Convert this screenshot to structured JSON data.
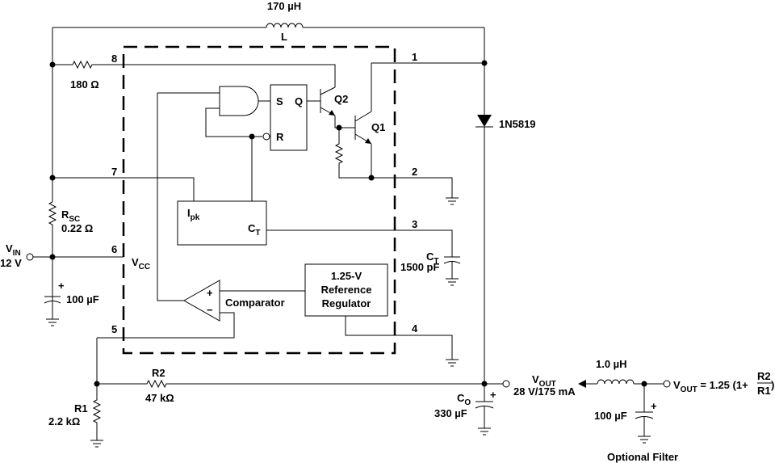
{
  "components": {
    "inductor_main": {
      "value": "170 µH",
      "ref": "L"
    },
    "resistor_180": {
      "value": "180 Ω"
    },
    "rsc": {
      "ref": "R",
      "ref_sub": "SC",
      "value": "0.22 Ω"
    },
    "vin": {
      "label": "V",
      "label_sub": "IN",
      "value": "12 V"
    },
    "cap_in": {
      "value": "100 µF",
      "polarity": "+"
    },
    "vcc": {
      "label": "V",
      "label_sub": "CC"
    },
    "diode": {
      "ref": "1N5819"
    },
    "q2": {
      "ref": "Q2"
    },
    "q1": {
      "ref": "Q1"
    },
    "flipflop": {
      "s": "S",
      "q": "Q",
      "r": "R"
    },
    "ipk_block": {
      "ipk": "I",
      "ipk_sub": "pk",
      "ct": "C",
      "ct_sub": "T"
    },
    "ct_cap": {
      "ref": "C",
      "ref_sub": "T",
      "value": "1500 pF"
    },
    "comparator": {
      "label": "Comparator",
      "plus": "+",
      "minus": "−"
    },
    "reference": {
      "line1": "1.25-V",
      "line2": "Reference",
      "line3": "Regulator"
    },
    "r2": {
      "ref": "R2",
      "value": "47 kΩ"
    },
    "r1": {
      "ref": "R1",
      "value": "2.2 kΩ"
    },
    "co": {
      "ref": "C",
      "ref_sub": "O",
      "value": "330 µF",
      "polarity": "+"
    },
    "vout": {
      "label": "V",
      "label_sub": "OUT",
      "value": "28 V/175 mA"
    },
    "filter_inductor": {
      "value": "1.0 µH"
    },
    "filter_cap": {
      "value": "100 µF",
      "polarity": "+"
    },
    "filter_out": {
      "label": "V",
      "label_sub": "OUT",
      "formula_prefix": " = 1.25 (1+",
      "num": "R2",
      "den": "R1",
      "close": ")"
    },
    "filter_title": "Optional Filter"
  },
  "pins": {
    "p1": "1",
    "p2": "2",
    "p3": "3",
    "p4": "4",
    "p5": "5",
    "p6": "6",
    "p7": "7",
    "p8": "8"
  }
}
